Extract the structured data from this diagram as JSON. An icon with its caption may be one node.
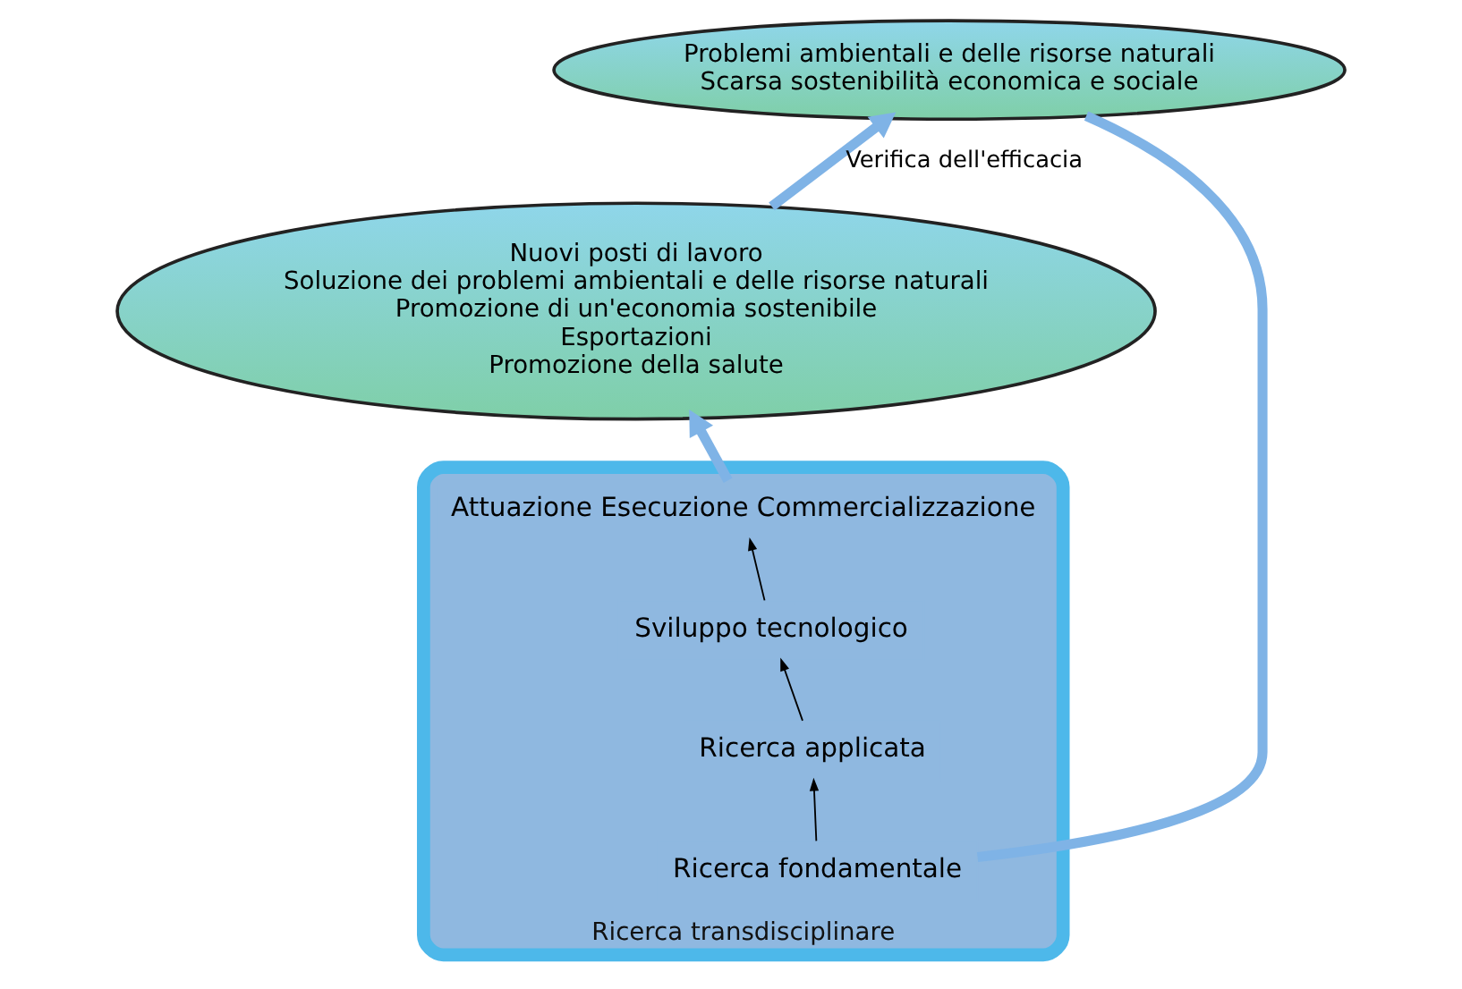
{
  "diagram": {
    "nodes": [
      {
        "text": [
          "Nuovi posti di lavoro",
          "Soluzione dei problemi ambientali e delle risorse naturali",
          "Promozione di un'economia sostenibile",
          "Esportazioni",
          "Promozione della salute"
        ]
      },
      {
        "text": [
          "Problemi ambientali e delle risorse naturali",
          "Scarsa sostenibilità economica e sociale"
        ]
      },
      {
        "text": [
          "Ricerca transdisciplinare"
        ]
      },
      {
        "text": [
          "Ricerca fondamentale"
        ],
        "in": 2
      },
      {
        "text": [
          "Ricerca applicata"
        ],
        "in": 2
      },
      {
        "text": [
          "Sviluppo tecnologico"
        ],
        "in": 2
      },
      {
        "text": [
          "Attuazione Esecuzione Commercializzazione"
        ],
        "in": 2
      }
    ],
    "edges": [
      {
        "from": 0,
        "to": 1,
        "arrow": "to",
        "label": "Verifica dell'efficacia",
        "style": "thick"
      },
      {
        "from": 1,
        "to": 3,
        "arrow": "none",
        "style": "thick"
      },
      {
        "from": 3,
        "to": 4,
        "arrow": "to",
        "color": "#000000"
      },
      {
        "from": 4,
        "to": 5,
        "arrow": "to",
        "color": "#000000"
      },
      {
        "from": 5,
        "to": 6,
        "arrow": "to",
        "color": "#000000"
      },
      {
        "from": 6,
        "to": 0,
        "arrow": "to",
        "style": "thick"
      }
    ]
  }
}
